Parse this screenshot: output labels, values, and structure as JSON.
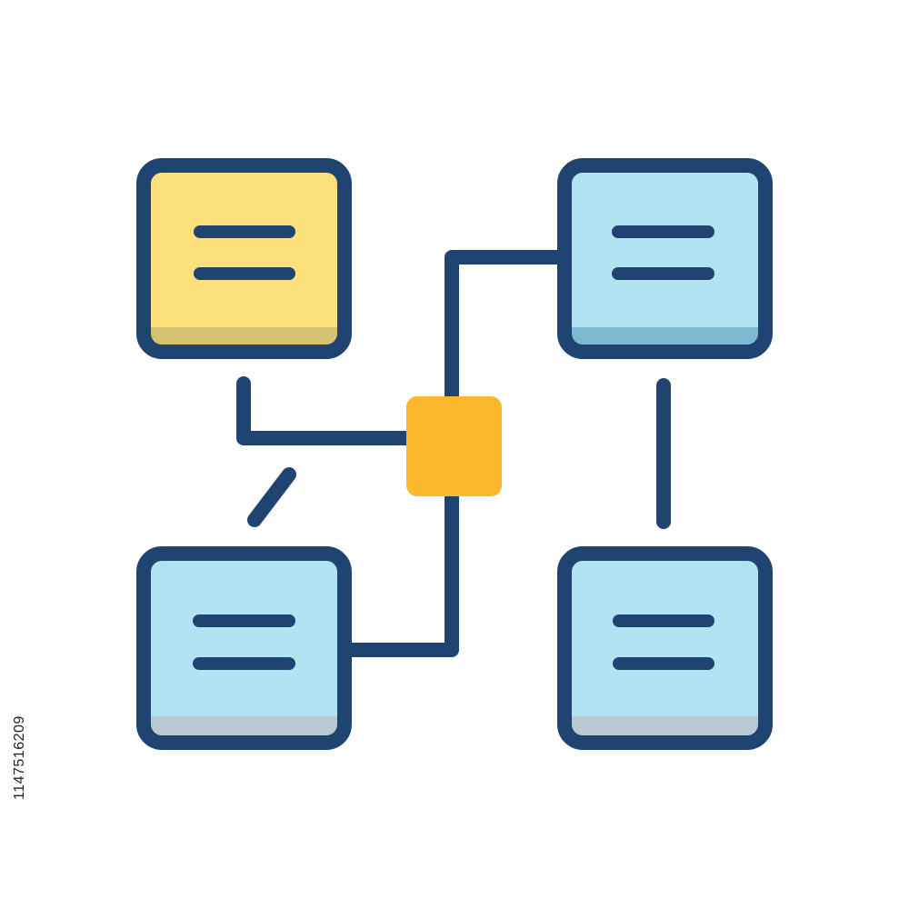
{
  "stock_id": "1147516209",
  "diagram": {
    "nodes": [
      {
        "id": "top-left",
        "kind": "document",
        "state": "highlighted"
      },
      {
        "id": "top-right",
        "kind": "document",
        "state": "normal"
      },
      {
        "id": "bottom-left",
        "kind": "document",
        "state": "normal"
      },
      {
        "id": "bottom-right",
        "kind": "document",
        "state": "normal"
      },
      {
        "id": "hub",
        "kind": "hub",
        "state": "normal"
      }
    ],
    "edges": [
      {
        "from": "top-left",
        "to": "hub"
      },
      {
        "from": "top-right",
        "to": "hub"
      },
      {
        "from": "bottom-left",
        "to": "hub"
      },
      {
        "from": "top-right",
        "to": "bottom-right"
      }
    ]
  },
  "colors": {
    "outline": "#1f4472",
    "highlight_fill": "#fbe07c",
    "highlight_shade": "#d6c26f",
    "node_fill": "#b1e3f3",
    "node_shade_top_right": "#7db9d3",
    "node_shade_bottom": "#b9c9d1",
    "hub_fill": "#fbb82c",
    "background": "#ffffff"
  }
}
